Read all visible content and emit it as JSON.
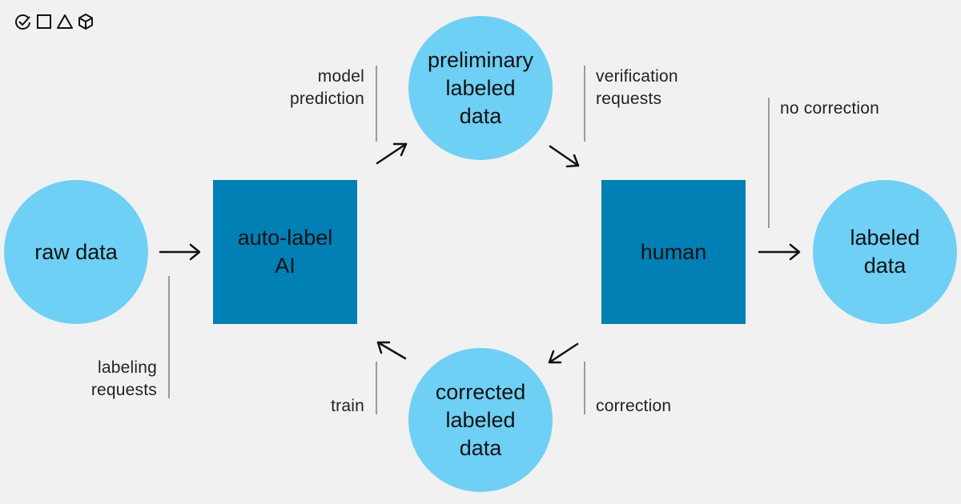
{
  "icons": [
    "check-circle-icon",
    "square-icon",
    "triangle-icon",
    "cube-icon"
  ],
  "colors": {
    "background": "#f1f1f1",
    "circle_fill": "#6dd0f4",
    "box_fill": "#0080b4",
    "text": "#111111",
    "connector_line": "#9a9a9a"
  },
  "nodes": {
    "raw_data": "raw data",
    "auto_label_ai": "auto-label\nAI",
    "preliminary": "preliminary\nlabeled\ndata",
    "human": "human",
    "corrected": "corrected\nlabeled\ndata",
    "labeled_data": "labeled\ndata"
  },
  "edges": {
    "model_prediction": "model\nprediction",
    "verification_requests": "verification\nrequests",
    "no_correction": "no correction",
    "labeling_requests": "labeling\nrequests",
    "train": "train",
    "correction": "correction"
  }
}
